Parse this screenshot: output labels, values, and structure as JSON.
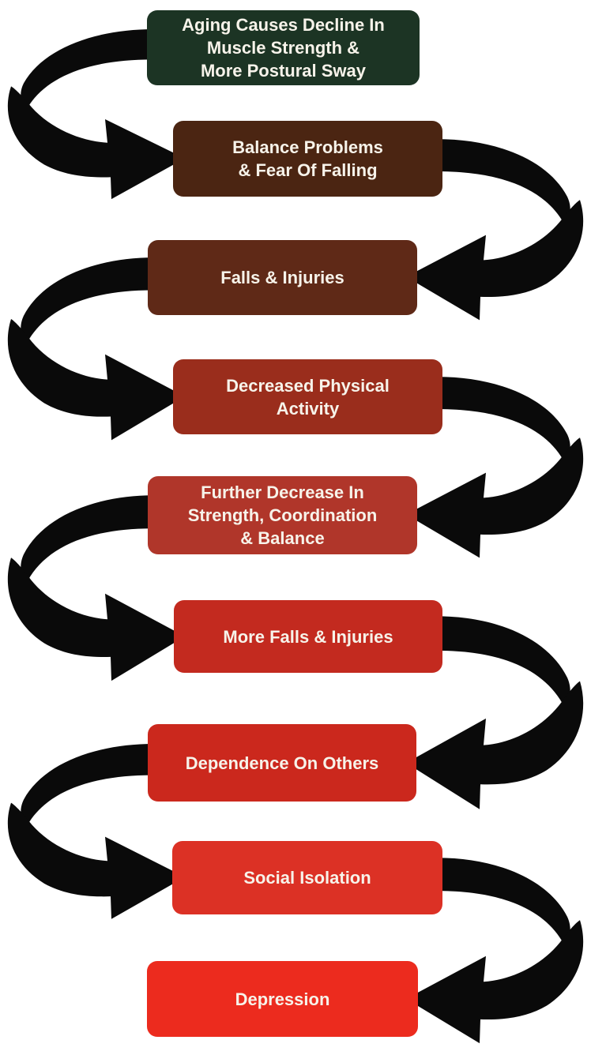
{
  "diagram": {
    "background_color": "#ffffff",
    "arrow_color": "#0a0a0a",
    "text_color": "#f7f3ea",
    "boxes": [
      {
        "id": "aging-decline",
        "label": "Aging Causes Decline In\nMuscle Strength &\nMore Postural Sway",
        "color": "#1c3424",
        "side": "left"
      },
      {
        "id": "balance-problems",
        "label": "Balance Problems\n& Fear Of Falling",
        "color": "#4b2512",
        "side": "right"
      },
      {
        "id": "falls-injuries",
        "label": "Falls & Injuries",
        "color": "#5f2917",
        "side": "left"
      },
      {
        "id": "decreased-activity",
        "label": "Decreased Physical\nActivity",
        "color": "#9a2d1c",
        "side": "right"
      },
      {
        "id": "further-decrease",
        "label": "Further Decrease In\nStrength, Coordination\n& Balance",
        "color": "#b0362a",
        "side": "left"
      },
      {
        "id": "more-falls",
        "label": "More Falls & Injuries",
        "color": "#c32a1f",
        "side": "right"
      },
      {
        "id": "dependence",
        "label": "Dependence On Others",
        "color": "#cb281d",
        "side": "left"
      },
      {
        "id": "social-isolation",
        "label": "Social Isolation",
        "color": "#dc3125",
        "side": "right"
      },
      {
        "id": "depression",
        "label": "Depression",
        "color": "#ec2b1e",
        "side": "left"
      }
    ],
    "connections": [
      {
        "from": "aging-decline",
        "to": "balance-problems",
        "curve_side": "left"
      },
      {
        "from": "balance-problems",
        "to": "falls-injuries",
        "curve_side": "right"
      },
      {
        "from": "falls-injuries",
        "to": "decreased-activity",
        "curve_side": "left"
      },
      {
        "from": "decreased-activity",
        "to": "further-decrease",
        "curve_side": "right"
      },
      {
        "from": "further-decrease",
        "to": "more-falls",
        "curve_side": "left"
      },
      {
        "from": "more-falls",
        "to": "dependence",
        "curve_side": "right"
      },
      {
        "from": "dependence",
        "to": "social-isolation",
        "curve_side": "left"
      },
      {
        "from": "social-isolation",
        "to": "depression",
        "curve_side": "right"
      }
    ]
  }
}
